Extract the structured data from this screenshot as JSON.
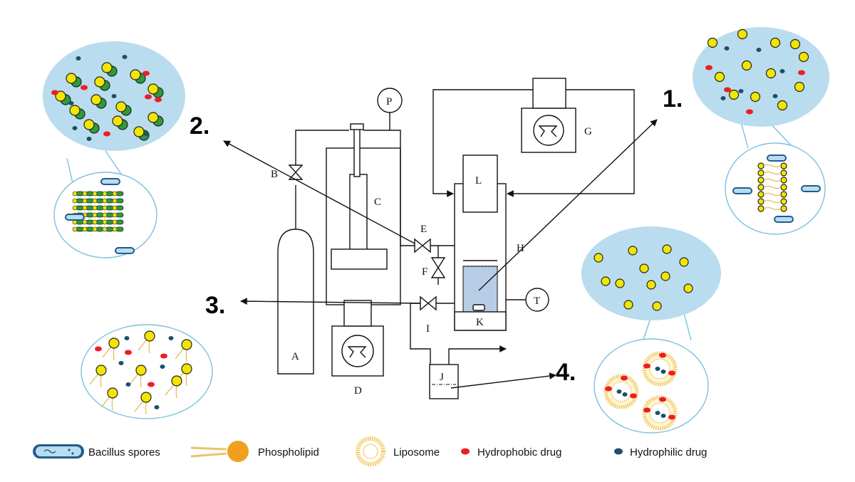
{
  "diagram": {
    "apparatus_labels": {
      "A": "A",
      "B": "B",
      "C": "C",
      "D": "D",
      "E": "E",
      "F": "F",
      "G": "G",
      "H": "H",
      "I": "I",
      "J": "J",
      "K": "K",
      "L": "L",
      "P": "P",
      "T": "T"
    },
    "step_labels": [
      "1.",
      "2.",
      "3.",
      "4."
    ],
    "legend": {
      "spores": "Bacillus spores",
      "phospholipid": "Phospholipid",
      "liposome": "Liposome",
      "hydrophobic": "Hydrophobic drug",
      "hydrophilic": "Hydrophilic drug"
    },
    "colors": {
      "bubble": "#b9dcef",
      "bubble_edge": "#7cc0e0",
      "phospholipid_head": "#f2e600",
      "phospholipid_tail": "#e9c46a",
      "green_particle": "#2e9a3d",
      "hydrophobic": "#ee1c24",
      "hydrophilic": "#1d4f6a",
      "vessel_liquid": "#b7cde6",
      "liposome": "#f3c24f"
    }
  }
}
